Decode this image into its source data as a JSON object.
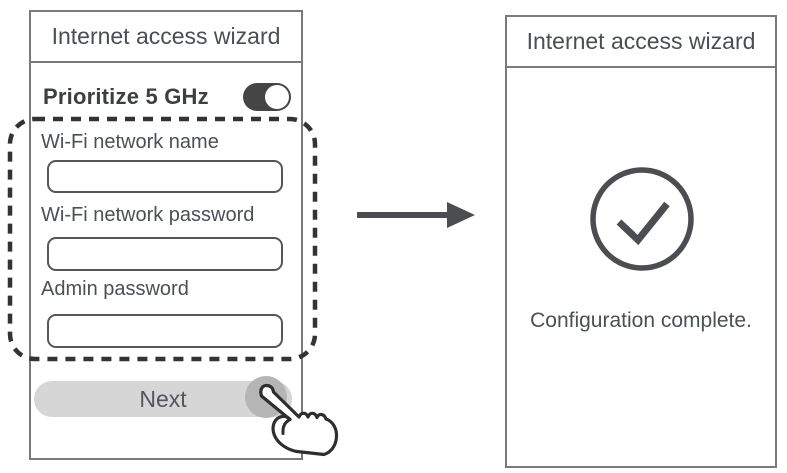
{
  "left_panel": {
    "title": "Internet access wizard",
    "prioritize": {
      "label": "Prioritize 5 GHz",
      "state": "on"
    },
    "fields": [
      {
        "label": "Wi-Fi network name",
        "value": "",
        "placeholder": ""
      },
      {
        "label": "Wi-Fi network password",
        "value": "",
        "placeholder": ""
      },
      {
        "label": "Admin password",
        "value": "",
        "placeholder": ""
      }
    ],
    "next_button_label": "Next"
  },
  "right_panel": {
    "title": "Internet access wizard",
    "status_text": "Configuration complete."
  },
  "icons": {
    "toggle_on_icon": "pill-switch-knob-right",
    "right_arrow_icon": "→",
    "check_circle_icon": "✓",
    "tap_hand_icon": "pointing-hand",
    "tap_indicator": "gray-circle"
  },
  "colors": {
    "panel_border": "#77797c",
    "text": "#4b5056",
    "toggle_on": "#454545",
    "button_bg": "#d6d6d6",
    "dashed_highlight": "#333333",
    "arrow": "#4b4d50",
    "tap_circle": "#b5b5b5"
  }
}
